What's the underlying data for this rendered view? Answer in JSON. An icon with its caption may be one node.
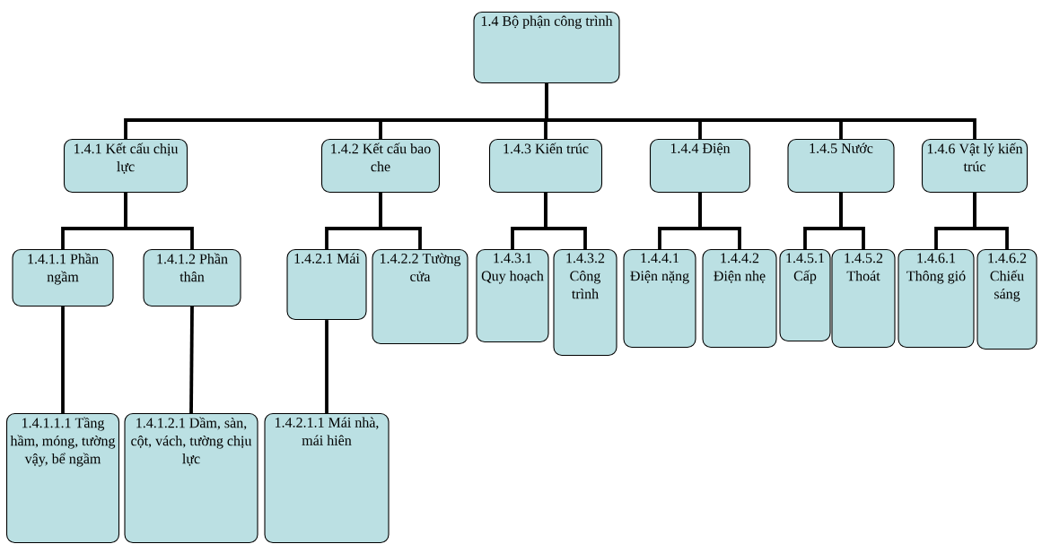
{
  "diagram": {
    "nodes": [
      {
        "text": [
          "1.4 Bộ phận công trình"
        ]
      },
      {
        "text": [
          "1.4.1 Kết cấu chịu lực"
        ]
      },
      {
        "text": [
          "1.4.2 Kết cấu bao che"
        ]
      },
      {
        "text": [
          "1.4.3 Kiến trúc"
        ]
      },
      {
        "text": [
          "1.4.4 Điện"
        ]
      },
      {
        "text": [
          "1.4.5 Nước"
        ]
      },
      {
        "text": [
          "1.4.6 Vật lý kiến trúc"
        ]
      },
      {
        "text": [
          "1.4.1.1 Phần ngầm"
        ]
      },
      {
        "text": [
          "1.4.1.2 Phần thân"
        ]
      },
      {
        "text": [
          "1.4.2.1 Mái"
        ]
      },
      {
        "text": [
          "1.4.2.2 Tường cửa"
        ]
      },
      {
        "text": [
          "1.4.3.1 Quy hoạch"
        ]
      },
      {
        "text": [
          "1.4.3.2 Công trình"
        ]
      },
      {
        "text": [
          "1.4.4.1 Điện nặng"
        ]
      },
      {
        "text": [
          "1.4.4.2 Điện nhẹ"
        ]
      },
      {
        "text": [
          "1.4.5.1 Cấp"
        ]
      },
      {
        "text": [
          "1.4.5.2 Thoát"
        ]
      },
      {
        "text": [
          "1.4.6.1 Thông gió"
        ]
      },
      {
        "text": [
          "1.4.6.2 Chiếu sáng"
        ]
      },
      {
        "text": [
          "1.4.1.1.1 Tầng hầm, móng, tường vậy, bể ngầm"
        ]
      },
      {
        "text": [
          "1.4.1.2.1 Dầm, sàn, cột, vách, tường chịu lực"
        ]
      },
      {
        "text": [
          "1.4.2.1.1 Mái nhà, mái hiên"
        ]
      }
    ],
    "edges": [
      {
        "from": 0,
        "to": 1,
        "arrow": "none"
      },
      {
        "from": 0,
        "to": 2,
        "arrow": "none"
      },
      {
        "from": 0,
        "to": 3,
        "arrow": "none"
      },
      {
        "from": 0,
        "to": 4,
        "arrow": "none"
      },
      {
        "from": 0,
        "to": 5,
        "arrow": "none"
      },
      {
        "from": 0,
        "to": 6,
        "arrow": "none"
      },
      {
        "from": 1,
        "to": 7,
        "arrow": "none"
      },
      {
        "from": 1,
        "to": 8,
        "arrow": "none"
      },
      {
        "from": 2,
        "to": 9,
        "arrow": "none"
      },
      {
        "from": 2,
        "to": 10,
        "arrow": "none"
      },
      {
        "from": 3,
        "to": 11,
        "arrow": "none"
      },
      {
        "from": 3,
        "to": 12,
        "arrow": "none"
      },
      {
        "from": 4,
        "to": 13,
        "arrow": "none"
      },
      {
        "from": 4,
        "to": 14,
        "arrow": "none"
      },
      {
        "from": 5,
        "to": 15,
        "arrow": "none"
      },
      {
        "from": 5,
        "to": 16,
        "arrow": "none"
      },
      {
        "from": 6,
        "to": 17,
        "arrow": "none"
      },
      {
        "from": 6,
        "to": 18,
        "arrow": "none"
      },
      {
        "from": 7,
        "to": 19,
        "arrow": "none"
      },
      {
        "from": 8,
        "to": 20,
        "arrow": "none"
      },
      {
        "from": 9,
        "to": 21,
        "arrow": "none"
      }
    ]
  }
}
